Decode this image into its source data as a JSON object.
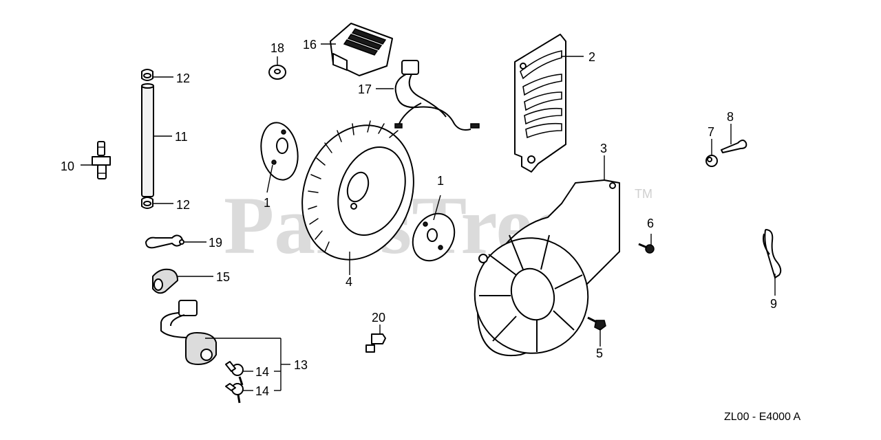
{
  "watermark": {
    "text": "PartsTree",
    "trademark": "TM"
  },
  "diagram_code": "ZL00 - E4000 A",
  "callouts": {
    "c1a": "1",
    "c1b": "1",
    "c2": "2",
    "c3": "3",
    "c4": "4",
    "c5": "5",
    "c6": "6",
    "c7": "7",
    "c8": "8",
    "c9": "9",
    "c10": "10",
    "c11": "11",
    "c12a": "12",
    "c12b": "12",
    "c13": "13",
    "c14a": "14",
    "c14b": "14",
    "c15": "15",
    "c16": "16",
    "c17": "17",
    "c18": "18",
    "c19": "19",
    "c20": "20"
  },
  "colors": {
    "ink": "#000000",
    "watermark": "#cfcfcf",
    "background": "#ffffff"
  }
}
